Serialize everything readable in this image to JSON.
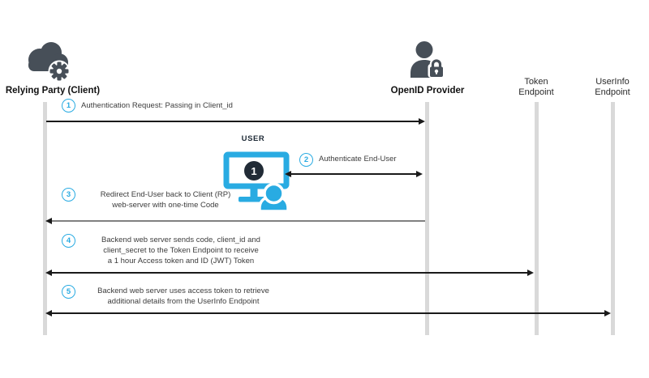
{
  "diagram": {
    "title_context": "OpenID Connect authentication flow sequence diagram",
    "actors": [
      {
        "id": "relying-party",
        "label": "Relying Party (Client)",
        "icon": "cloud-gear-icon"
      },
      {
        "id": "openid-provider",
        "label": "OpenID Provider",
        "icon": "user-lock-icon"
      },
      {
        "id": "token-endpoint",
        "label_line1": "Token",
        "label_line2": "Endpoint"
      },
      {
        "id": "userinfo-endpoint",
        "label_line1": "UserInfo",
        "label_line2": "Endpoint"
      }
    ],
    "user": {
      "label": "USER",
      "monitor_badge": "1",
      "icon": "user-at-monitor-icon"
    },
    "steps": [
      {
        "num": "1",
        "lines": [
          "Authentication Request: Passing in Client_id"
        ]
      },
      {
        "num": "2",
        "lines": [
          "Authenticate End-User"
        ]
      },
      {
        "num": "3",
        "lines": [
          "Redirect End-User back to Client (RP)",
          "web-server with one-time Code"
        ]
      },
      {
        "num": "4",
        "lines": [
          "Backend web server sends code, client_id and",
          "client_secret to the Token Endpoint to receive",
          "a 1 hour Access token and ID (JWT) Token"
        ]
      },
      {
        "num": "5",
        "lines": [
          "Backend web server uses access token to retrieve",
          "additional details from the UserInfo Endpoint"
        ]
      }
    ],
    "colors": {
      "accent_cyan": "#29abe2",
      "dark_icon_gray": "#474f58",
      "dark_navy": "#212b36",
      "lifeline_gray": "#d9d9d9",
      "arrow_black": "#1a1a1a",
      "arrow_gray": "#808080"
    }
  }
}
